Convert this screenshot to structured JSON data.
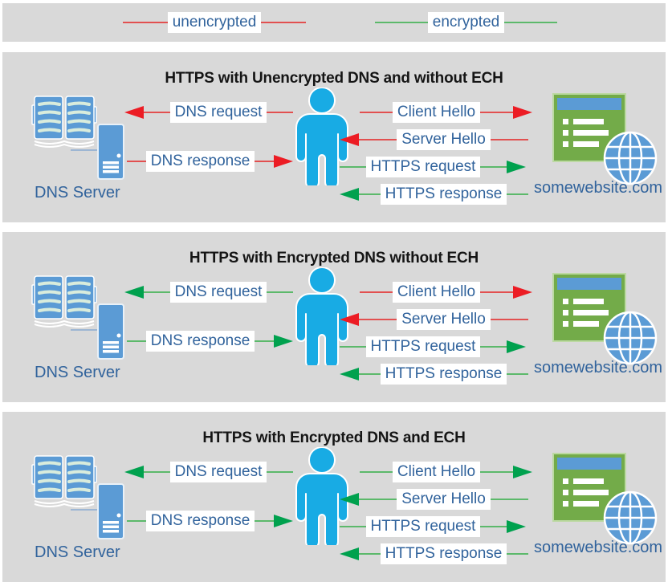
{
  "legend": {
    "items": [
      {
        "label": "unencrypted",
        "encryption": "unencrypted",
        "color": "#e25050"
      },
      {
        "label": "encrypted",
        "encryption": "encrypted",
        "color": "#5cb96b"
      }
    ]
  },
  "colors": {
    "unencrypted_line": "#e25050",
    "unencrypted_arrowhead": "#ec1c24",
    "encrypted_line": "#5cb96b",
    "encrypted_arrowhead": "#00a14e",
    "panel_background": "#d9d9d9",
    "label_text": "#31639c",
    "dns_icon_blue": "#5b9bd5",
    "person_blue": "#18abe4",
    "website_green": "#73ab49"
  },
  "panels": [
    {
      "title": "HTTPS with Unencrypted DNS and without ECH",
      "dns_server_label": "DNS Server",
      "website_label": "somewebsite.com",
      "arrows": {
        "dns_request": {
          "label": "DNS request",
          "direction": "left",
          "encryption": "unencrypted"
        },
        "dns_response": {
          "label": "DNS response",
          "direction": "right",
          "encryption": "unencrypted"
        },
        "client_hello": {
          "label": "Client Hello",
          "direction": "right",
          "encryption": "unencrypted"
        },
        "server_hello": {
          "label": "Server Hello",
          "direction": "left",
          "encryption": "unencrypted"
        },
        "https_request": {
          "label": "HTTPS request",
          "direction": "right",
          "encryption": "encrypted"
        },
        "https_response": {
          "label": "HTTPS response",
          "direction": "left",
          "encryption": "encrypted"
        }
      }
    },
    {
      "title": "HTTPS with Encrypted DNS without ECH",
      "dns_server_label": "DNS Server",
      "website_label": "somewebsite.com",
      "arrows": {
        "dns_request": {
          "label": "DNS request",
          "direction": "left",
          "encryption": "encrypted"
        },
        "dns_response": {
          "label": "DNS response",
          "direction": "right",
          "encryption": "encrypted"
        },
        "client_hello": {
          "label": "Client Hello",
          "direction": "right",
          "encryption": "unencrypted"
        },
        "server_hello": {
          "label": "Server Hello",
          "direction": "left",
          "encryption": "unencrypted"
        },
        "https_request": {
          "label": "HTTPS request",
          "direction": "right",
          "encryption": "encrypted"
        },
        "https_response": {
          "label": "HTTPS response",
          "direction": "left",
          "encryption": "encrypted"
        }
      }
    },
    {
      "title": "HTTPS with Encrypted DNS and ECH",
      "dns_server_label": "DNS Server",
      "website_label": "somewebsite.com",
      "arrows": {
        "dns_request": {
          "label": "DNS request",
          "direction": "left",
          "encryption": "encrypted"
        },
        "dns_response": {
          "label": "DNS response",
          "direction": "right",
          "encryption": "encrypted"
        },
        "client_hello": {
          "label": "Client Hello",
          "direction": "right",
          "encryption": "encrypted"
        },
        "server_hello": {
          "label": "Server Hello",
          "direction": "left",
          "encryption": "encrypted"
        },
        "https_request": {
          "label": "HTTPS request",
          "direction": "right",
          "encryption": "encrypted"
        },
        "https_response": {
          "label": "HTTPS response",
          "direction": "left",
          "encryption": "encrypted"
        }
      }
    }
  ]
}
